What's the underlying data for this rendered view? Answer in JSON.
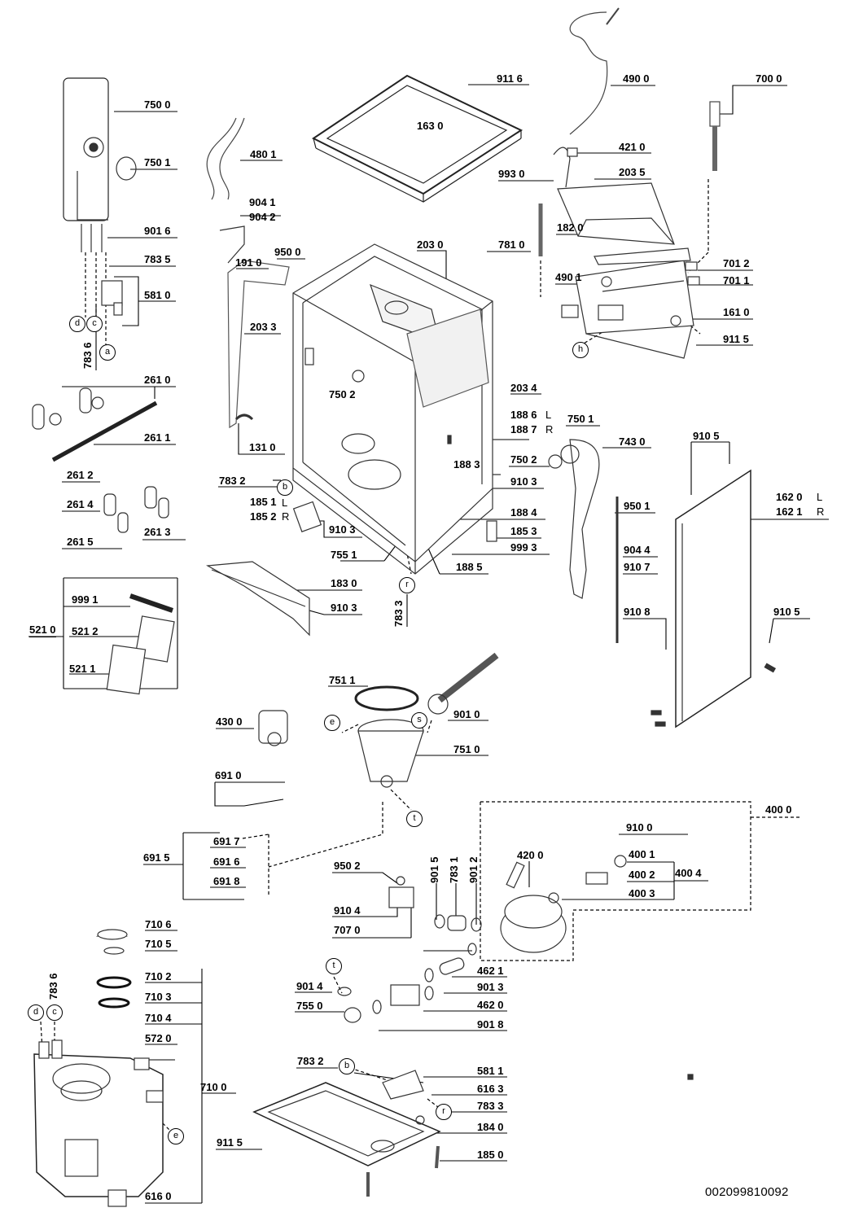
{
  "diagram_id_code": "002099810092",
  "letters": {
    "a": "a",
    "b": "b",
    "c": "c",
    "d": "d",
    "e": "e",
    "h": "h",
    "r": "r",
    "s": "s",
    "t": "t"
  },
  "side": {
    "L": "L",
    "R": "R"
  },
  "parts": {
    "p7500": "750 0",
    "p7501": "750 1",
    "p9016": "901 6",
    "p7835": "783 5",
    "p5810": "581 0",
    "p7836a": "783 6",
    "p4801": "480 1",
    "p9041": "904 1",
    "p9042": "904 2",
    "p1910": "191 0",
    "p9500": "950 0",
    "p2033": "203 3",
    "p9116": "911 6",
    "p1630": "163 0",
    "p4900": "490 0",
    "p7000": "700 0",
    "p4210": "421 0",
    "p9930": "993 0",
    "p2035": "203 5",
    "p1820": "182 0",
    "p2030": "203 0",
    "p7810": "781 0",
    "p7012": "701 2",
    "p7011": "701 1",
    "p4901": "490 1",
    "p1610": "161 0",
    "p9115a": "911 5",
    "p2610": "261 0",
    "p2611": "261 1",
    "p2612": "261 2",
    "p2614": "261 4",
    "p2615": "261 5",
    "p2613": "261 3",
    "p7502": "750 2",
    "p2034": "203 4",
    "p1886": "188 6",
    "p1887": "188 7",
    "p7501b": "750 1",
    "p1310": "131 0",
    "p7430": "743 0",
    "p1883": "188 3",
    "p7502b": "750 2",
    "p9103a": "910 3",
    "p9105a": "910 5",
    "p7832a": "783 2",
    "p1851": "185 1",
    "p1852": "185 2",
    "p9103b": "910 3",
    "p1884": "188 4",
    "p9501": "950 1",
    "p1620": "162 0",
    "p1621": "162 1",
    "p1853": "185 3",
    "p9993": "999 3",
    "p7551": "755 1",
    "p1885": "188 5",
    "p9044": "904 4",
    "p9107": "910 7",
    "p1830": "183 0",
    "p9103c": "910 3",
    "p7833a": "783 3",
    "p9991": "999 1",
    "p5210": "521 0",
    "p5212": "521 2",
    "p5211": "521 1",
    "p9108": "910 8",
    "p9105b": "910 5",
    "p7511": "751 1",
    "p4300": "430 0",
    "p9010": "901 0",
    "p7510": "751 0",
    "p6910": "691 0",
    "p4000": "400 0",
    "p9100": "910 0",
    "p4200": "420 0",
    "p4001": "400 1",
    "p4002": "400 2",
    "p4004": "400 4",
    "p4003": "400 3",
    "p6917": "691 7",
    "p6915": "691 5",
    "p6916": "691 6",
    "p6918": "691 8",
    "p9502": "950 2",
    "p9015": "901 5",
    "p7831": "783 1",
    "p9012": "901 2",
    "p9104": "910 4",
    "p7070": "707 0",
    "p7106": "710 6",
    "p7105": "710 5",
    "p7102": "710 2",
    "p7103": "710 3",
    "p7104": "710 4",
    "p5720": "572 0",
    "p7100": "710 0",
    "p6160": "616 0",
    "p7836b": "783 6",
    "p4621": "462 1",
    "p9013": "901 3",
    "p9014": "901 4",
    "p4620": "462 0",
    "p7550": "755 0",
    "p9018": "901 8",
    "p7832b": "783 2",
    "p5811": "581 1",
    "p6163": "616 3",
    "p7833b": "783 3",
    "p1840": "184 0",
    "p9115b": "911 5",
    "p1850": "185 0"
  }
}
